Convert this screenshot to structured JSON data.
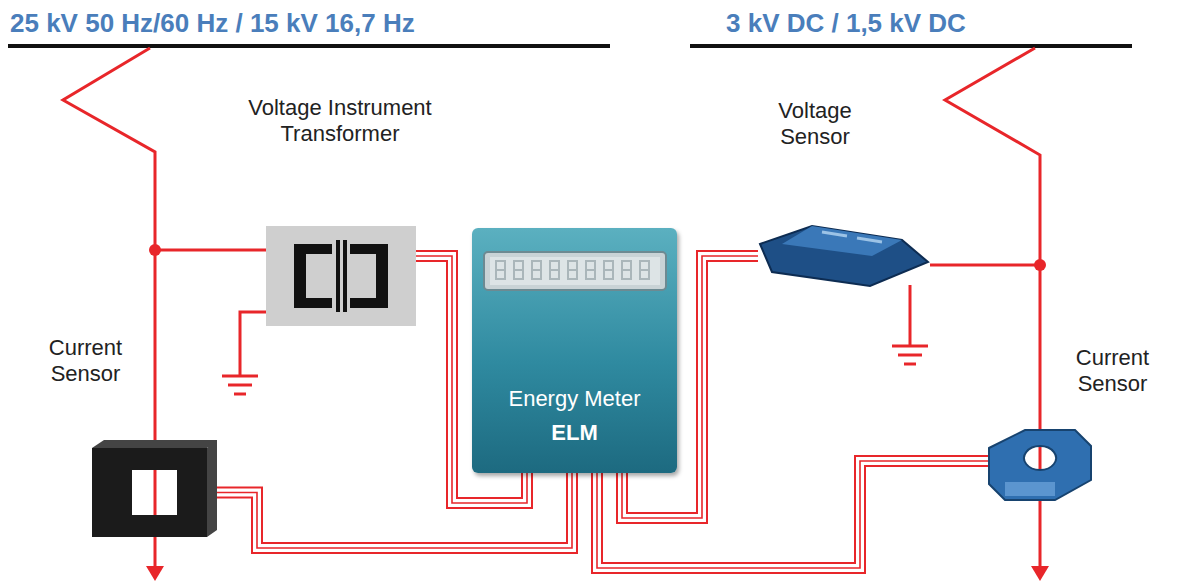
{
  "diagram": {
    "nodes": [
      {
        "text": [
          "Voltage Instrument Transformer"
        ]
      },
      {
        "text": [
          "Energy Meter",
          "ELM"
        ]
      },
      {
        "text": [
          "Voltage Sensor"
        ]
      },
      {
        "text": [
          "Current Sensor"
        ]
      },
      {
        "text": [
          "Current Sensor"
        ]
      }
    ],
    "edges": [
      {
        "from": 0,
        "to": 1,
        "arrow": "none"
      },
      {
        "from": 2,
        "to": 1,
        "arrow": "none"
      },
      {
        "from": 3,
        "to": 1,
        "arrow": "none"
      },
      {
        "from": 4,
        "to": 1,
        "arrow": "none"
      }
    ],
    "labels": [
      "25 kV 50 Hz/60 Hz  /  15 kV 16,7 Hz",
      "3 kV DC  /  1,5 kV DC"
    ]
  }
}
